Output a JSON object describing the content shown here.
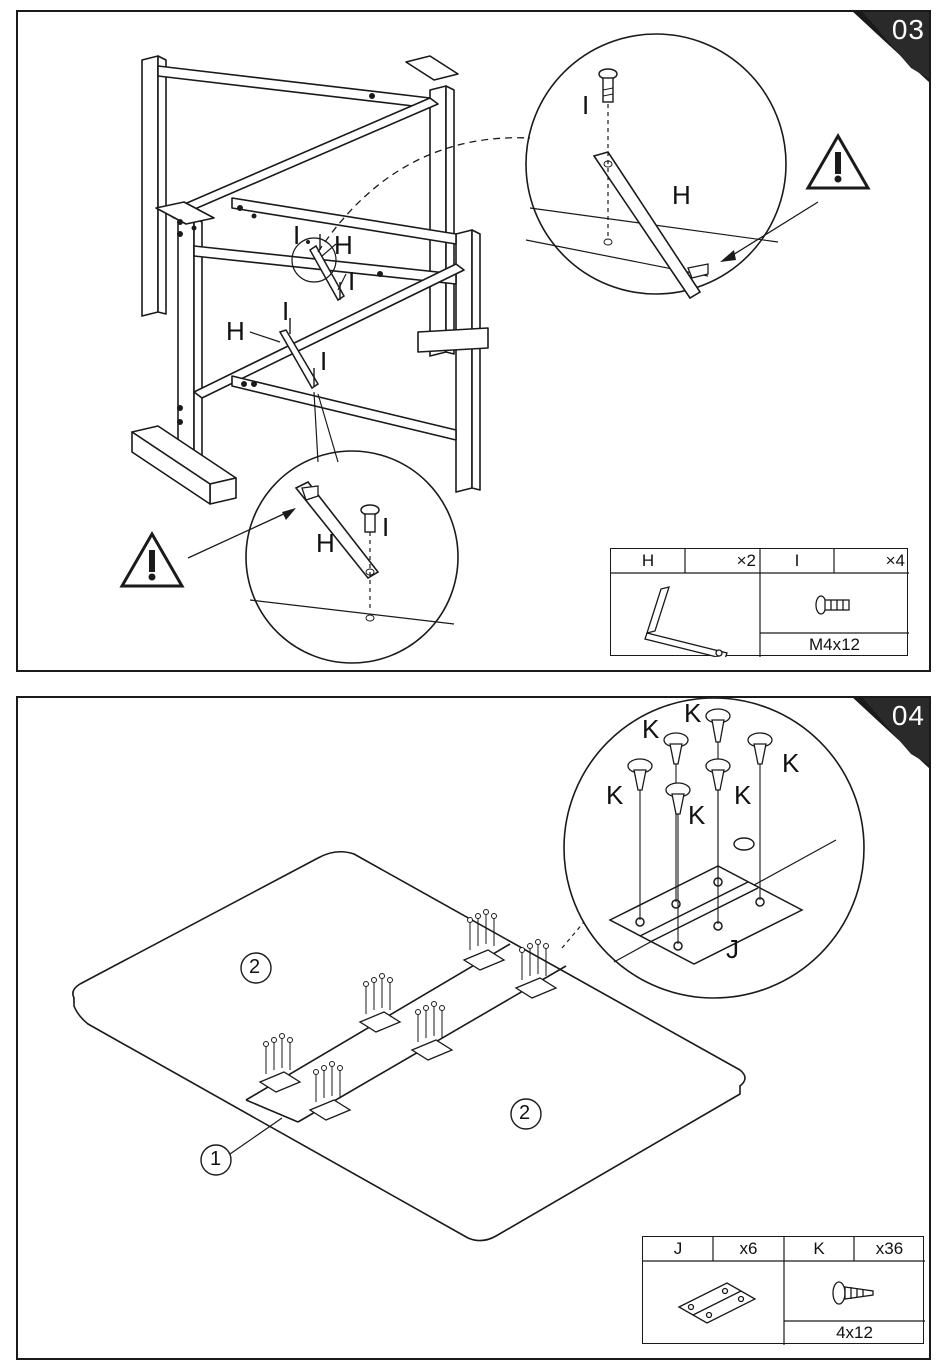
{
  "steps": [
    {
      "number": "03",
      "labels": {
        "H": "H",
        "I": "I"
      },
      "parts": [
        {
          "letter": "H",
          "qty": "×2"
        },
        {
          "letter": "I",
          "qty": "×4",
          "spec": "M4x12"
        }
      ]
    },
    {
      "number": "04",
      "labels": {
        "J": "J",
        "K": "K",
        "panel_center": "1",
        "panel_side": "2"
      },
      "parts": [
        {
          "letter": "J",
          "qty": "x6"
        },
        {
          "letter": "K",
          "qty": "x36",
          "spec": "4x12"
        }
      ]
    }
  ],
  "icons": [
    "warning-triangle-icon",
    "screw-icon",
    "bracket-icon",
    "hinge-icon",
    "wood-screw-icon"
  ]
}
